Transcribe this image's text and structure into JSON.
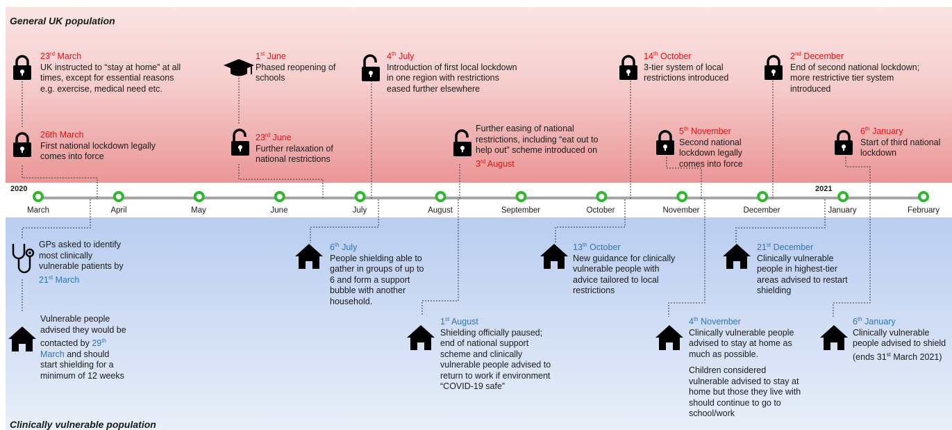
{
  "headings": {
    "general": "General UK population",
    "vulnerable": "Clinically vulnerable population"
  },
  "timeline": {
    "years": [
      "2020",
      "2021"
    ],
    "months": [
      "March",
      "April",
      "May",
      "June",
      "July",
      "August",
      "September",
      "October",
      "November",
      "December",
      "January",
      "February"
    ]
  },
  "colors": {
    "date_red": "#e8100f",
    "date_blue": "#2e75b6",
    "marker_green": "#2eb82e",
    "top_band": "#f6cccc",
    "bottom_band": "#c9d8f3"
  },
  "general_events": [
    {
      "icon": "lock-icon",
      "date_pre": "23",
      "date_sup": "rd",
      "date_post": " March",
      "lines": [
        "UK instructed to “stay at home” at all",
        "times, except for essential reasons",
        "e.g. exercise, medical need etc."
      ]
    },
    {
      "icon": "lock-icon",
      "date_pre": "26th March",
      "date_sup": "",
      "date_post": "",
      "lines": [
        "First national lockdown legally",
        "comes into force"
      ]
    },
    {
      "icon": "graduation-cap-icon",
      "date_pre": "1",
      "date_sup": "st",
      "date_post": " June",
      "lines": [
        "Phased reopening of",
        "schools"
      ]
    },
    {
      "icon": "unlock-icon",
      "date_pre": "23",
      "date_sup": "rd",
      "date_post": " June",
      "lines": [
        "Further relaxation of",
        "national restrictions"
      ]
    },
    {
      "icon": "unlock-icon",
      "date_pre": "4",
      "date_sup": "th",
      "date_post": " July",
      "lines": [
        "Introduction of first local lockdown",
        "in one region with restrictions",
        "eased further elsewhere"
      ]
    },
    {
      "icon": "unlock-icon",
      "lines": [
        "Further easing of national",
        "restrictions, including “eat out to",
        "help out” scheme introduced on"
      ],
      "date_pre": "3",
      "date_sup": "rd",
      "date_post": " August"
    },
    {
      "icon": "lock-icon",
      "date_pre": "14",
      "date_sup": "th",
      "date_post": " October",
      "lines": [
        "3-tier system of local",
        "restrictions introduced"
      ]
    },
    {
      "icon": "lock-icon",
      "date_pre": "5",
      "date_sup": "th",
      "date_post": " November",
      "lines": [
        "Second national",
        "lockdown legally",
        "comes into force"
      ]
    },
    {
      "icon": "unlock-icon",
      "date_pre": "2",
      "date_sup": "nd",
      "date_post": " December",
      "lines": [
        "End of second national lockdown;",
        "more restrictive tier system",
        "introduced"
      ]
    },
    {
      "icon": "lock-icon",
      "date_pre": "6",
      "date_sup": "th",
      "date_post": " January",
      "lines": [
        "Start of third national",
        "lockdown"
      ]
    }
  ],
  "vulnerable_events": [
    {
      "icon": "stethoscope-icon",
      "lines": [
        "GPs asked to identify",
        "most clinically",
        "vulnerable patients by"
      ],
      "date_pre": "21",
      "date_sup": "st",
      "date_post": " March"
    },
    {
      "icon": "house-icon",
      "lines": [
        "Vulnerable people",
        "advised they would be"
      ],
      "inline_pre": "contacted by ",
      "inline_date_pre": "29",
      "inline_date_sup": "th",
      "inline_date_line2": "March",
      "inline_post": " and should",
      "tail": [
        "start shielding for a",
        "minimum of 12 weeks"
      ]
    },
    {
      "icon": "house-icon",
      "date_pre": "6",
      "date_sup": "th",
      "date_post": " July",
      "lines": [
        "People shielding able to",
        "gather in groups of up to",
        "6 and form a support",
        "bubble with another",
        "household."
      ]
    },
    {
      "icon": "house-icon",
      "date_pre": "1",
      "date_sup": "st",
      "date_post": " August",
      "lines": [
        "Shielding officially paused;",
        "end of national support",
        "scheme and clinically",
        "vulnerable people advised to",
        "return to work if environment",
        "“COVID-19 safe”"
      ]
    },
    {
      "icon": "house-icon",
      "date_pre": "13",
      "date_sup": "th",
      "date_post": " October",
      "lines": [
        "New guidance for clinically",
        "vulnerable people with",
        "advice tailored to local",
        "restrictions"
      ]
    },
    {
      "icon": "house-icon",
      "date_pre": "4",
      "date_sup": "th",
      "date_post": " November",
      "lines": [
        "Clinically vulnerable people",
        "advised to stay at home as",
        "much as possible.",
        "",
        "Children considered",
        "vulnerable advised to stay at",
        "home but those they live with",
        "should continue to go to",
        "school/work"
      ]
    },
    {
      "icon": "house-icon",
      "date_pre": "21",
      "date_sup": "st",
      "date_post": " December",
      "lines": [
        "Clinically vulnerable",
        "people in highest-tier",
        "areas advised to restart",
        "shielding"
      ]
    },
    {
      "icon": "house-icon",
      "date_pre": "6",
      "date_sup": "th",
      "date_post": " January",
      "lines": [
        "Clinically vulnerable",
        "people advised to shield"
      ],
      "last_pre": "(ends 31",
      "last_sup": "st",
      "last_post": " March 2021)"
    }
  ]
}
